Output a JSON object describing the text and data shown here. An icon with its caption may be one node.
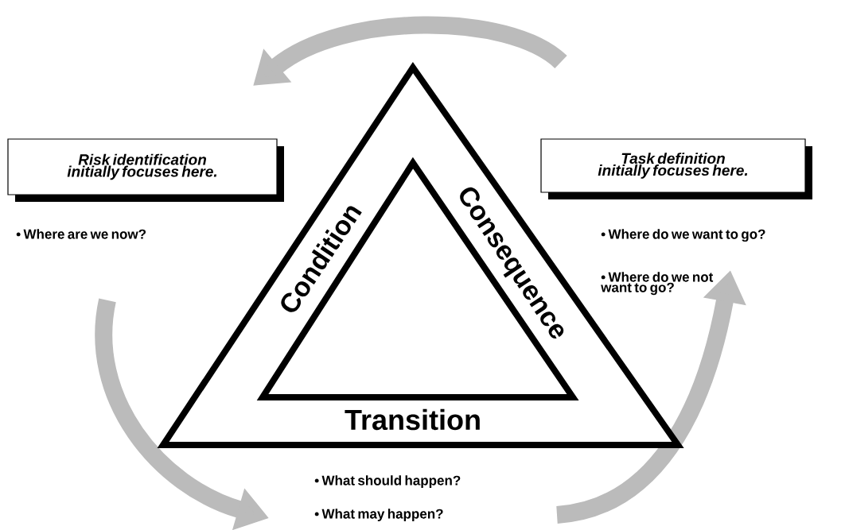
{
  "diagram": {
    "nodes": [
      {
        "text": [
          "Risk identification initially focuses here."
        ]
      },
      {
        "text": [
          "Task definition initially focuses here."
        ]
      },
      {
        "text": [
          "Condition",
          "Consequence",
          "Transition"
        ]
      }
    ],
    "labels": [
      "• Where are we now?",
      "• Where do we want to go?",
      "• Where do we not want to go?",
      "• What should happen?",
      "• What may happen?"
    ]
  }
}
